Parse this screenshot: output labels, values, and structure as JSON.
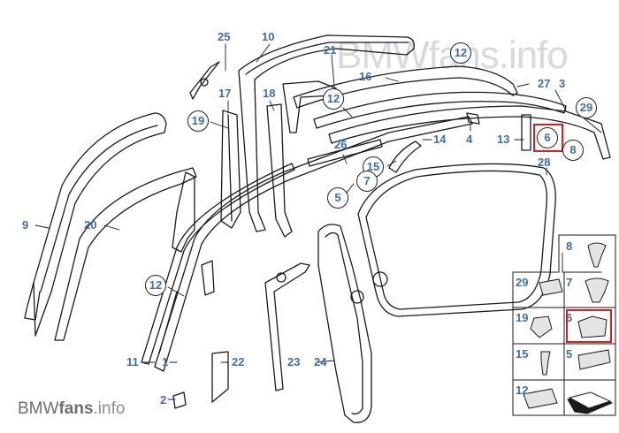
{
  "watermark": "BMWfans.info",
  "logo": {
    "bmw": "BMW",
    "fans": "fans",
    "info": ".info"
  },
  "accent_color": "#3f6ea8",
  "highlight_color": "#d61f26",
  "callouts": {
    "c25": "25",
    "c10": "10",
    "c21": "21",
    "c12a": "12",
    "c16": "16",
    "c27": "27",
    "c3": "3",
    "c29": "29",
    "c17": "17",
    "c18": "18",
    "c19": "19",
    "c12b": "12",
    "c26": "26",
    "c14": "14",
    "c4": "4",
    "c13": "13",
    "c6": "6",
    "c8": "8",
    "c28": "28",
    "c15": "15",
    "c7": "7",
    "c5": "5",
    "c9": "9",
    "c20": "20",
    "c12c": "12",
    "c11": "11",
    "c1": "1",
    "c22": "22",
    "c23": "23",
    "c24": "24",
    "c2": "2"
  },
  "parts_grid": {
    "cells": [
      {
        "label": "8"
      },
      {
        "label": "29"
      },
      {
        "label": "7"
      },
      {
        "label": "19"
      },
      {
        "label": "6"
      },
      {
        "label": "15"
      },
      {
        "label": "5"
      },
      {
        "label": "12"
      }
    ]
  }
}
